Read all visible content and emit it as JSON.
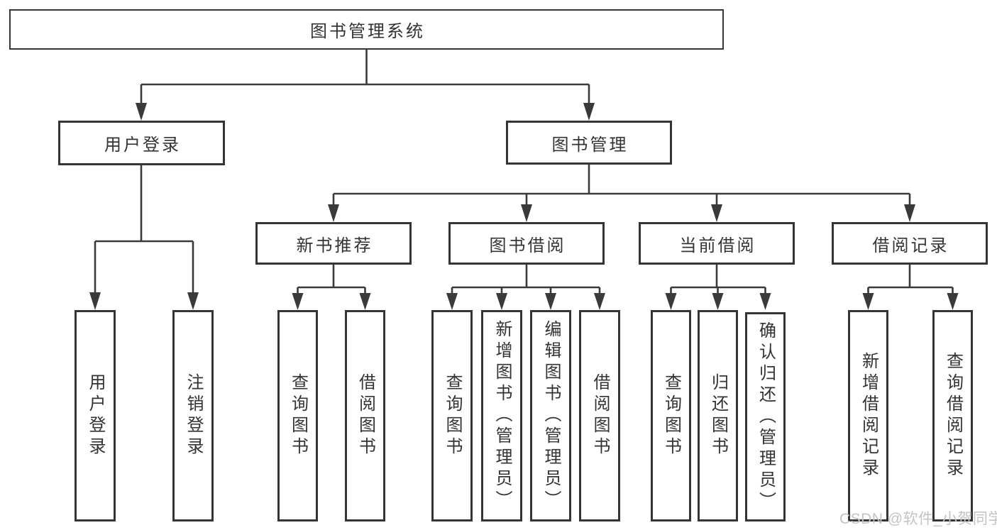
{
  "tree": {
    "root": {
      "label": "图书管理系统"
    },
    "user_login": {
      "label": "用户登录",
      "children": [
        {
          "label": "用户登录"
        },
        {
          "label": "注销登录"
        }
      ]
    },
    "book_management": {
      "label": "图书管理",
      "sections": [
        {
          "label": "新书推荐",
          "children": [
            {
              "label": "查询图书"
            },
            {
              "label": "借阅图书"
            }
          ]
        },
        {
          "label": "图书借阅",
          "children": [
            {
              "label": "查询图书"
            },
            {
              "label": "新增图书（管理员）"
            },
            {
              "label": "编辑图书（管理员）"
            },
            {
              "label": "借阅图书"
            }
          ]
        },
        {
          "label": "当前借阅",
          "children": [
            {
              "label": "查询图书"
            },
            {
              "label": "归还图书"
            },
            {
              "label": "确认归还（管理员）"
            }
          ]
        },
        {
          "label": "借阅记录",
          "children": [
            {
              "label": "新增借阅记录"
            },
            {
              "label": "查询借阅记录"
            }
          ]
        }
      ]
    }
  },
  "watermark": "CSDN @软件_小贺同学",
  "colors": {
    "line": "#3a3a3a",
    "border": "#353535",
    "text": "#333333",
    "watermark": "#c3c3c3",
    "background": "#ffffff"
  }
}
